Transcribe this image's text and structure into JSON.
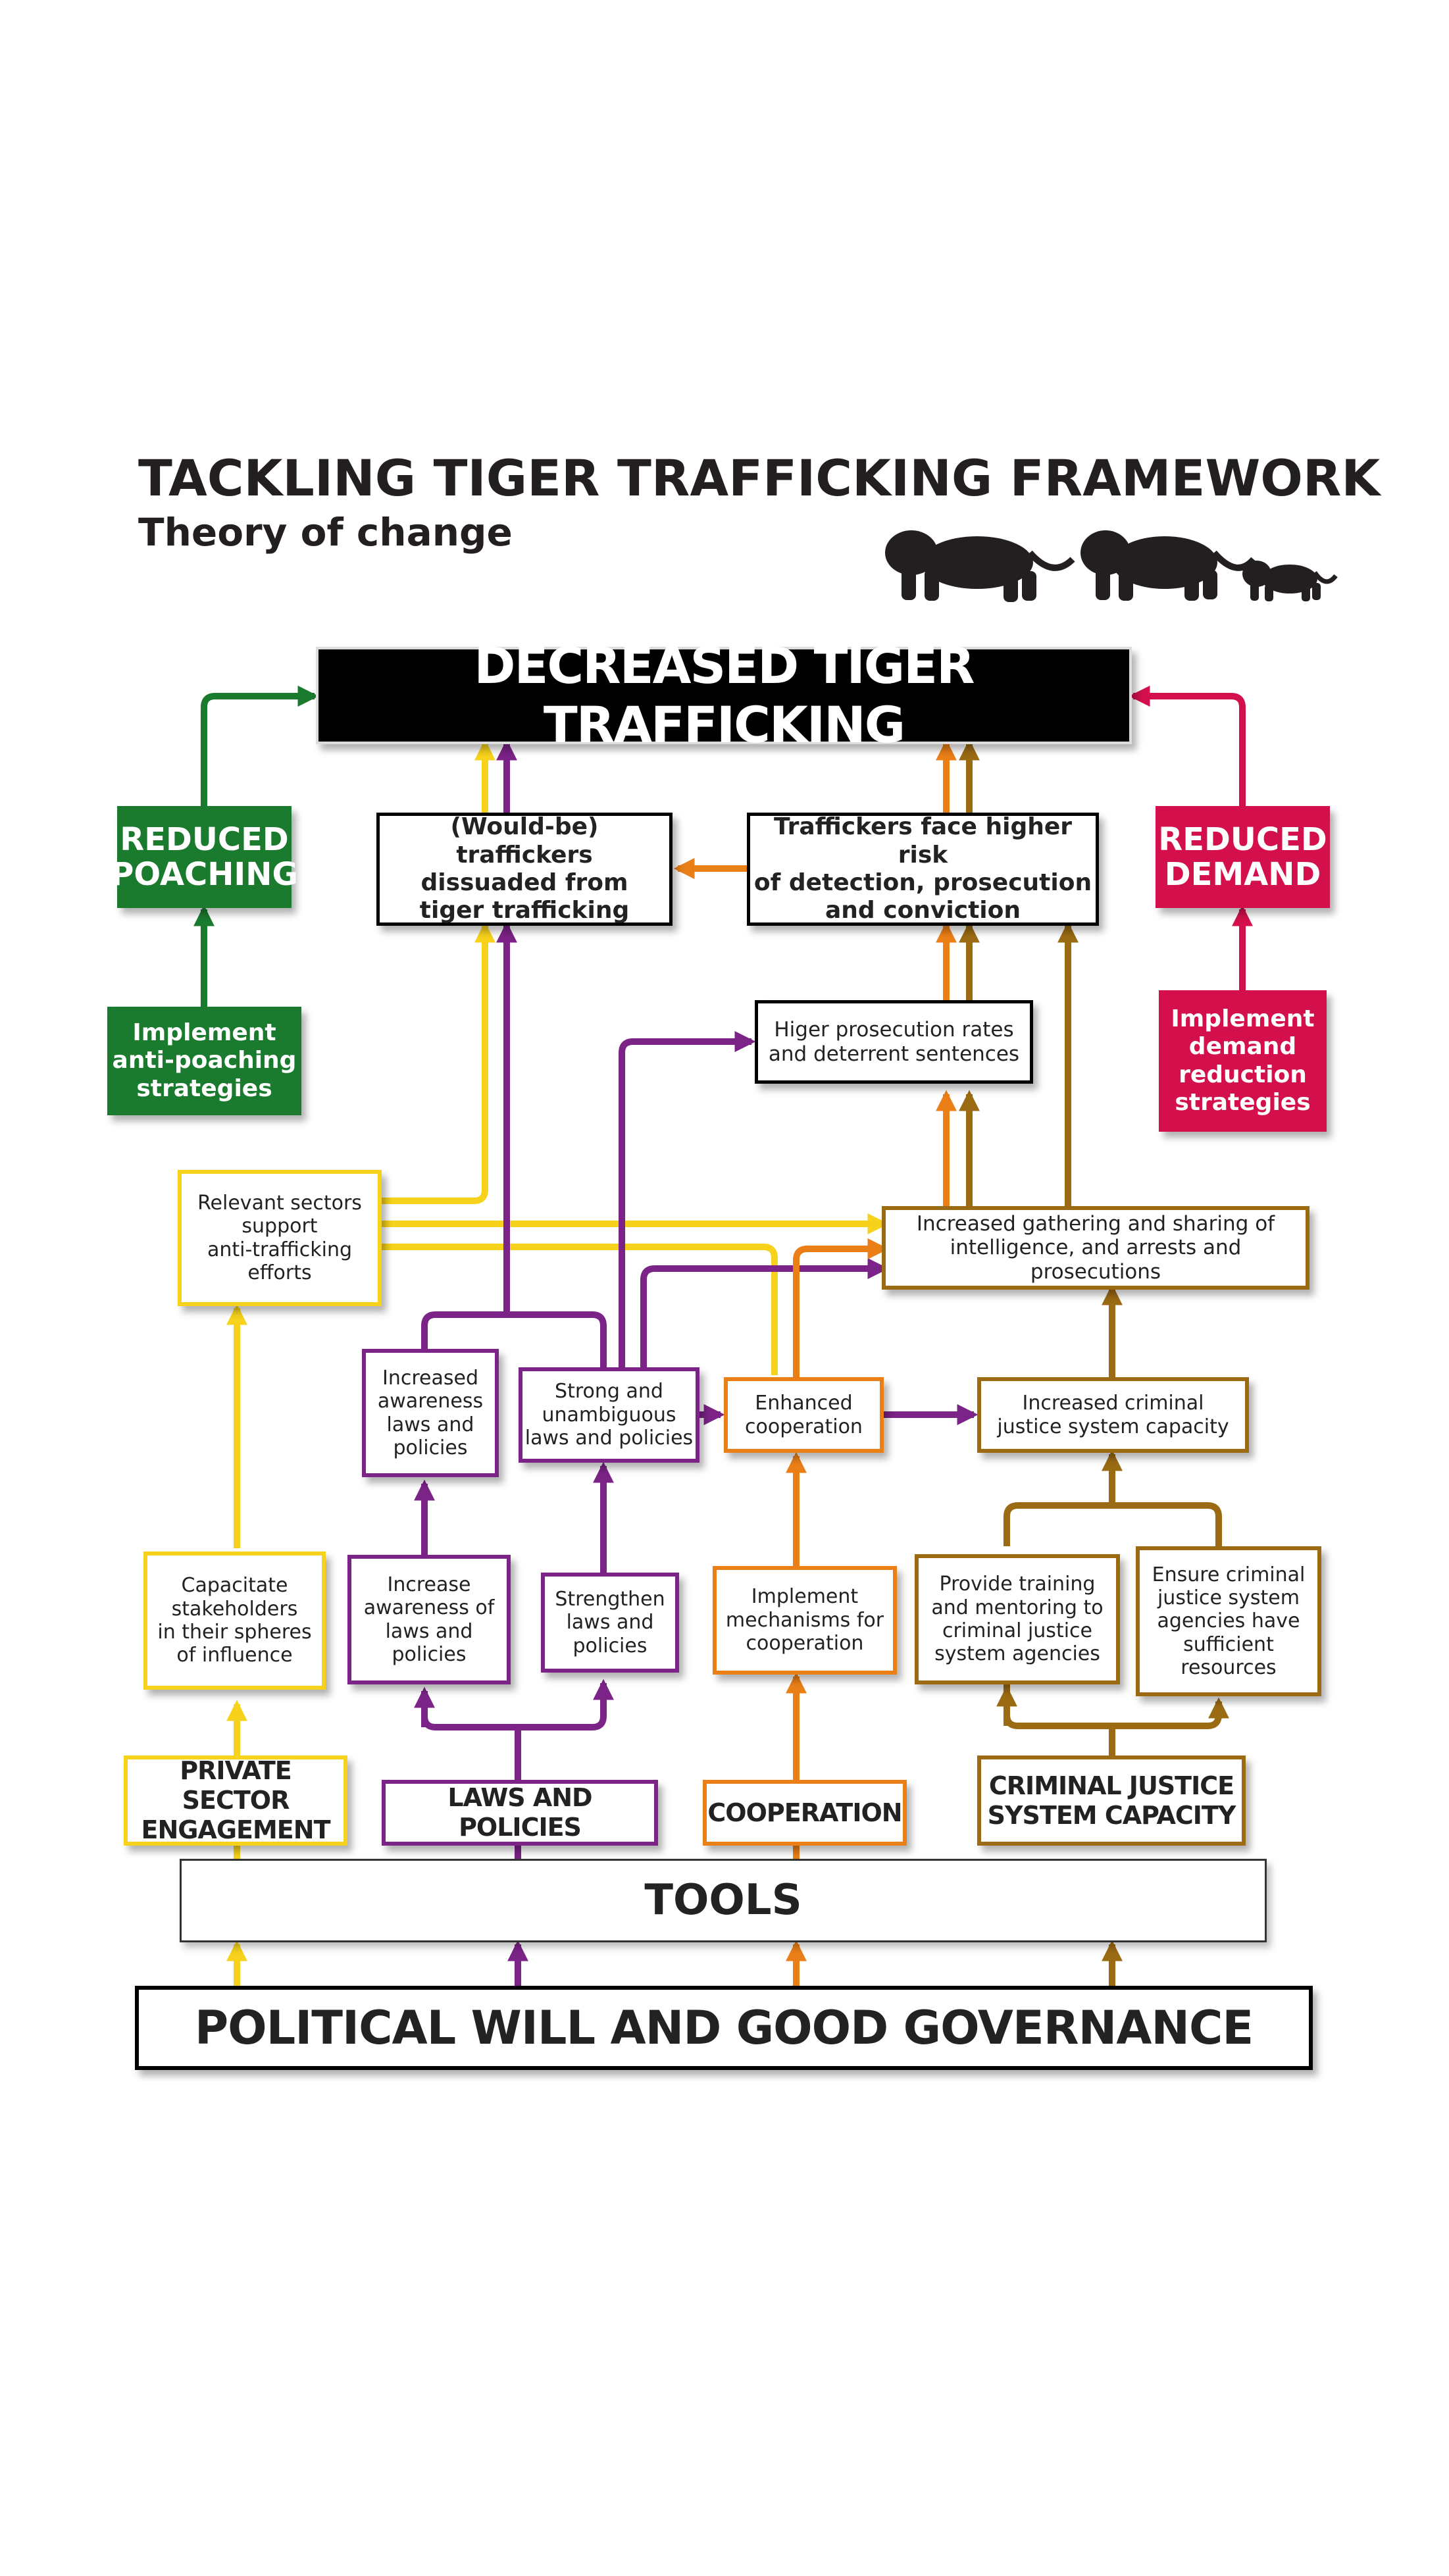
{
  "header": {
    "title": "TACKLING TIGER TRAFFICKING FRAMEWORK",
    "subtitle": "Theory of change"
  },
  "colors": {
    "green": "#1a7a2e",
    "crimson": "#d3104c",
    "yellow": "#f6d21c",
    "purple": "#7b2387",
    "orange": "#ea7f18",
    "brown": "#9b6b14",
    "black": "#000000"
  },
  "icons": [
    "tiger-silhouette-icon",
    "tiger-silhouette-icon",
    "tiger-cub-silhouette-icon"
  ],
  "nodes": {
    "goal": "DECREASED TIGER TRAFFICKING",
    "reduced_poaching": "REDUCED\nPOACHING",
    "reduced_demand": "REDUCED\nDEMAND",
    "dissuaded": "(Would-be) traffickers\ndissuaded from\ntiger trafficking",
    "higher_risk": "Traffickers face higher risk\nof detection, prosecution\nand conviction",
    "anti_poaching": "Implement\nanti-poaching\nstrategies",
    "demand_reduction": "Implement\ndemand\nreduction\nstrategies",
    "prosecution_rates": "Higer prosecution rates\nand deterrent sentences",
    "relevant_sectors": "Relevant sectors\nsupport\nanti-trafficking\nefforts",
    "intelligence": "Increased gathering and sharing of\nintelligence, and arrests and prosecutions",
    "increased_awareness": "Increased\nawareness\nlaws and\npolicies",
    "strong_laws": "Strong and\nunambiguous\nlaws and policies",
    "enhanced_cooperation": "Enhanced\ncooperation",
    "cj_capacity_increase": "Increased criminal\njustice system capacity",
    "capacitate": "Capacitate\nstakeholders\nin their spheres\nof influence",
    "increase_awareness": "Increase\nawareness of\nlaws and\npolicies",
    "strengthen_laws": "Strengthen\nlaws and\npolicies",
    "implement_mechanisms": "Implement\nmechanisms for\ncooperation",
    "provide_training": "Provide training\nand mentoring to\ncriminal justice\nsystem agencies",
    "ensure_resources": "Ensure criminal\njustice system\nagencies have\nsufficient\nresources",
    "private_sector": "PRIVATE SECTOR\nENGAGEMENT",
    "laws_policies": "LAWS AND POLICIES",
    "cooperation": "COOPERATION",
    "criminal_justice": "CRIMINAL JUSTICE\nSYSTEM CAPACITY",
    "tools": "TOOLS",
    "political_will": "POLITICAL WILL AND GOOD GOVERNANCE"
  }
}
